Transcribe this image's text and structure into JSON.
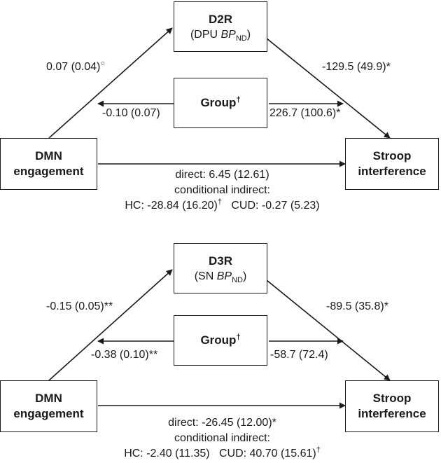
{
  "panels": [
    {
      "mediator": {
        "title": "D2R",
        "sub_prefix": "(DPU ",
        "sub_bp": "BP",
        "sub_nd": "ND",
        "sub_suffix": ")"
      },
      "moderator": {
        "title": "Group",
        "mark": "†"
      },
      "predictor": {
        "line1": "DMN",
        "line2": "engagement"
      },
      "outcome": {
        "line1": "Stroop",
        "line2": "interference"
      },
      "path_a": "0.07 (0.04)",
      "path_a_mark": "○",
      "path_b": "-129.5 (49.9)*",
      "group_to_predictor": "-0.10 (0.07)",
      "group_to_outcome": "226.7 (100.6)*",
      "direct": "direct: 6.45 (12.61)",
      "conditional": "conditional indirect:",
      "hc": "HC: -28.84 (16.20)",
      "hc_mark": "†",
      "cud": "CUD: -0.27 (5.23)",
      "cud_mark": ""
    },
    {
      "mediator": {
        "title": "D3R",
        "sub_prefix": "(SN ",
        "sub_bp": "BP",
        "sub_nd": "ND",
        "sub_suffix": ")"
      },
      "moderator": {
        "title": "Group",
        "mark": "†"
      },
      "predictor": {
        "line1": "DMN",
        "line2": "engagement"
      },
      "outcome": {
        "line1": "Stroop",
        "line2": "interference"
      },
      "path_a": "-0.15 (0.05)**",
      "path_a_mark": "",
      "path_b": "-89.5 (35.8)*",
      "group_to_predictor": "-0.38 (0.10)**",
      "group_to_outcome": "-58.7 (72.4)",
      "direct": "direct: -26.45 (12.00)*",
      "conditional": "conditional indirect:",
      "hc": "HC: -2.40 (11.35)",
      "hc_mark": "",
      "cud": "CUD: 40.70 (15.61)",
      "cud_mark": "†"
    }
  ]
}
